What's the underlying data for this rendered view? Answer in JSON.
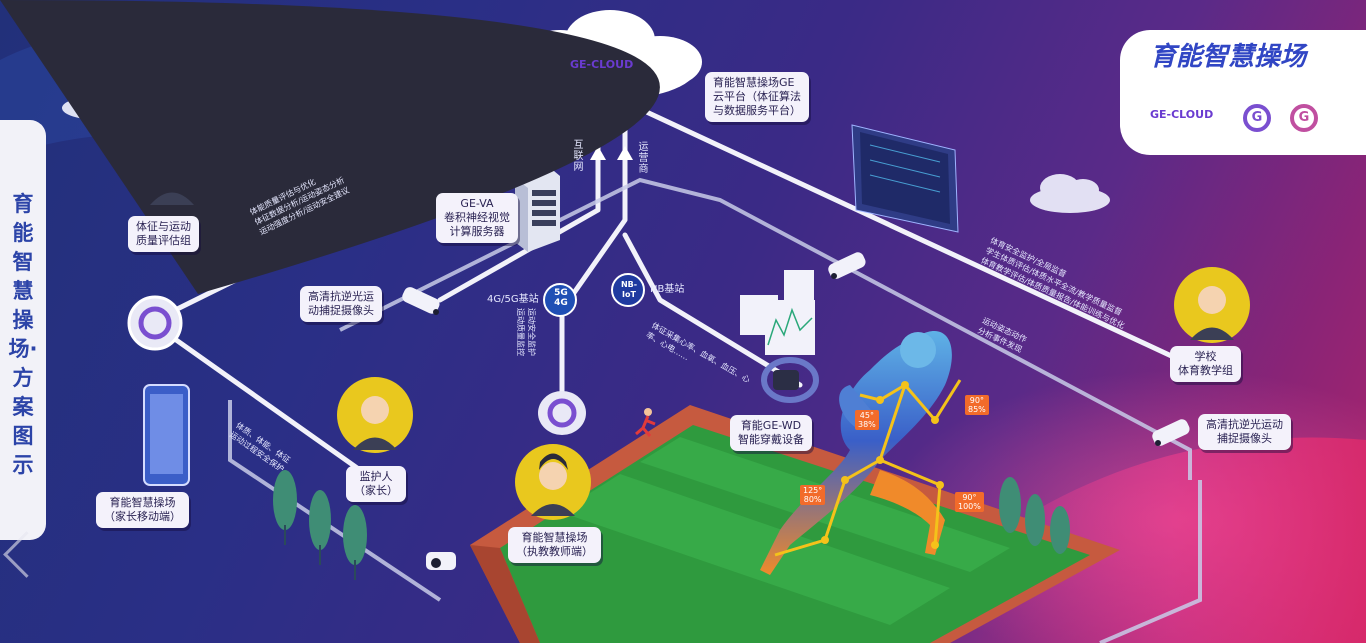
{
  "side_title": "育能智慧操场·方案图示",
  "brand": {
    "title": "育能智慧操场",
    "logos": [
      "GE-CLOUD",
      "G",
      "G"
    ]
  },
  "cloud": {
    "logo_text": "GE-CLOUD"
  },
  "labels": {
    "cloud_platform": "育能智慧操场GE\n云平台（体征算法\n与数据服务平台）",
    "gpu_server": "GE-VA\n卷积神经视觉\n计算服务器",
    "assessment_group": "体征与运动\n质量评估组",
    "camera_left": "高清抗逆光运\n动捕捉摄像头",
    "camera_right": "高清抗逆光运动\n捕捉摄像头",
    "parent_app": "育能智慧操场\n（家长移动端）",
    "guardian": "监护人\n（家长）",
    "teacher_app": "育能智慧操场\n（执教教师端）",
    "wearable": "育能GE-WD\n智能穿戴设备",
    "school": "学校\n体育教学组"
  },
  "text": {
    "internet": "互联网",
    "operator": "运营商",
    "station_5g": "4G/5G基站",
    "station_nb": "NB基站",
    "badge_5g": "5G\n4G",
    "badge_nb": "NB-\nIoT",
    "safety": "运动安全监护\n运动质量监控",
    "vitals": "体征采集心率、血氧、血压、心\n        率、心电……",
    "assessment_flow": "体能质量评估与优化\n体征数据分析/运动姿态分析\n运动强度分析/运动安全建议",
    "school_flow": "体育安全监护/全局监督\n学生体质评估/体质水平全流/教学质量监督\n体育教学评估/体质质量报告/体能训练与优化",
    "posture_flow": "运动姿态动作\n分析事件发现",
    "parent_flow": "体质、体能、体征\n运动过程安全保护"
  },
  "joint_tags": [
    {
      "text": "45°\n38%"
    },
    {
      "text": "90°\n85%"
    },
    {
      "text": "125°\n80%"
    },
    {
      "text": "90°\n100%"
    }
  ],
  "colors": {
    "accent_blue": "#3146c4",
    "field_green": "#2f9a3e",
    "track_red": "#c0553c",
    "tag_orange": "#f26b2a",
    "skeleton_yellow": "#f4c21a"
  }
}
